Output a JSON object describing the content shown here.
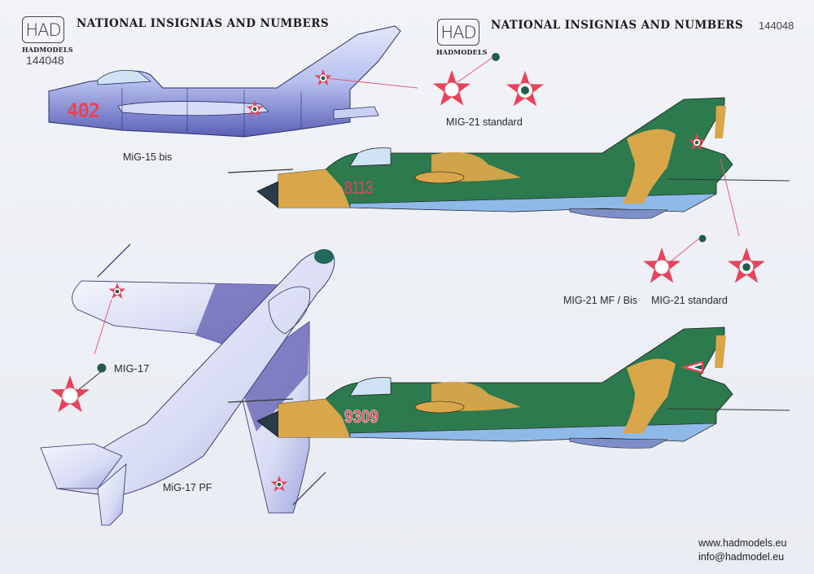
{
  "sheet": {
    "left_header": {
      "logo_text": "HAD",
      "logo_subtitle": "HADMODELS",
      "product_code": "144048",
      "title": "NATIONAL INSIGNIAS AND NUMBERS"
    },
    "right_header": {
      "logo_text": "HAD",
      "logo_subtitle": "HADMODELS",
      "title": "NATIONAL INSIGNIAS AND NUMBERS",
      "product_code": "144048"
    },
    "aircraft": [
      {
        "name": "MiG-15 bis",
        "view": "side profile",
        "number": "402",
        "scheme": "natural metal"
      },
      {
        "name": "MIG-21",
        "view": "side profile",
        "number": "8113",
        "scheme": "green/sand camouflage, light blue undersides"
      },
      {
        "name": "MIG-21",
        "view": "side profile",
        "number": "9309",
        "scheme": "green/sand camouflage, light blue undersides"
      },
      {
        "name": "MiG-17 PF",
        "view": "top view",
        "number": "",
        "scheme": "natural metal"
      }
    ],
    "insignia_labels": {
      "mig21_standard_top": "MIG-21 standard",
      "mig21_mf_bis": "MIG-21 MF / Bis",
      "mig21_standard_right": "MIG-21 standard",
      "mig17": "MIG-17"
    },
    "aircraft_labels": {
      "mig15": "MiG-15 bis",
      "mig17pf": "MiG-17 PF"
    },
    "footer": {
      "website": "www.hadmodels.eu",
      "email": "info@hadmodel.eu"
    },
    "colors": {
      "background": "#eef0f5",
      "star_red": "#e8435a",
      "insignia_green": "#1f5e4a",
      "camo_green": "#2c7a4e",
      "camo_sand": "#d9a64a",
      "underside_blue": "#8fb9e8",
      "metal_blue": "#b9c2ea",
      "number_red": "#e8435a"
    }
  }
}
